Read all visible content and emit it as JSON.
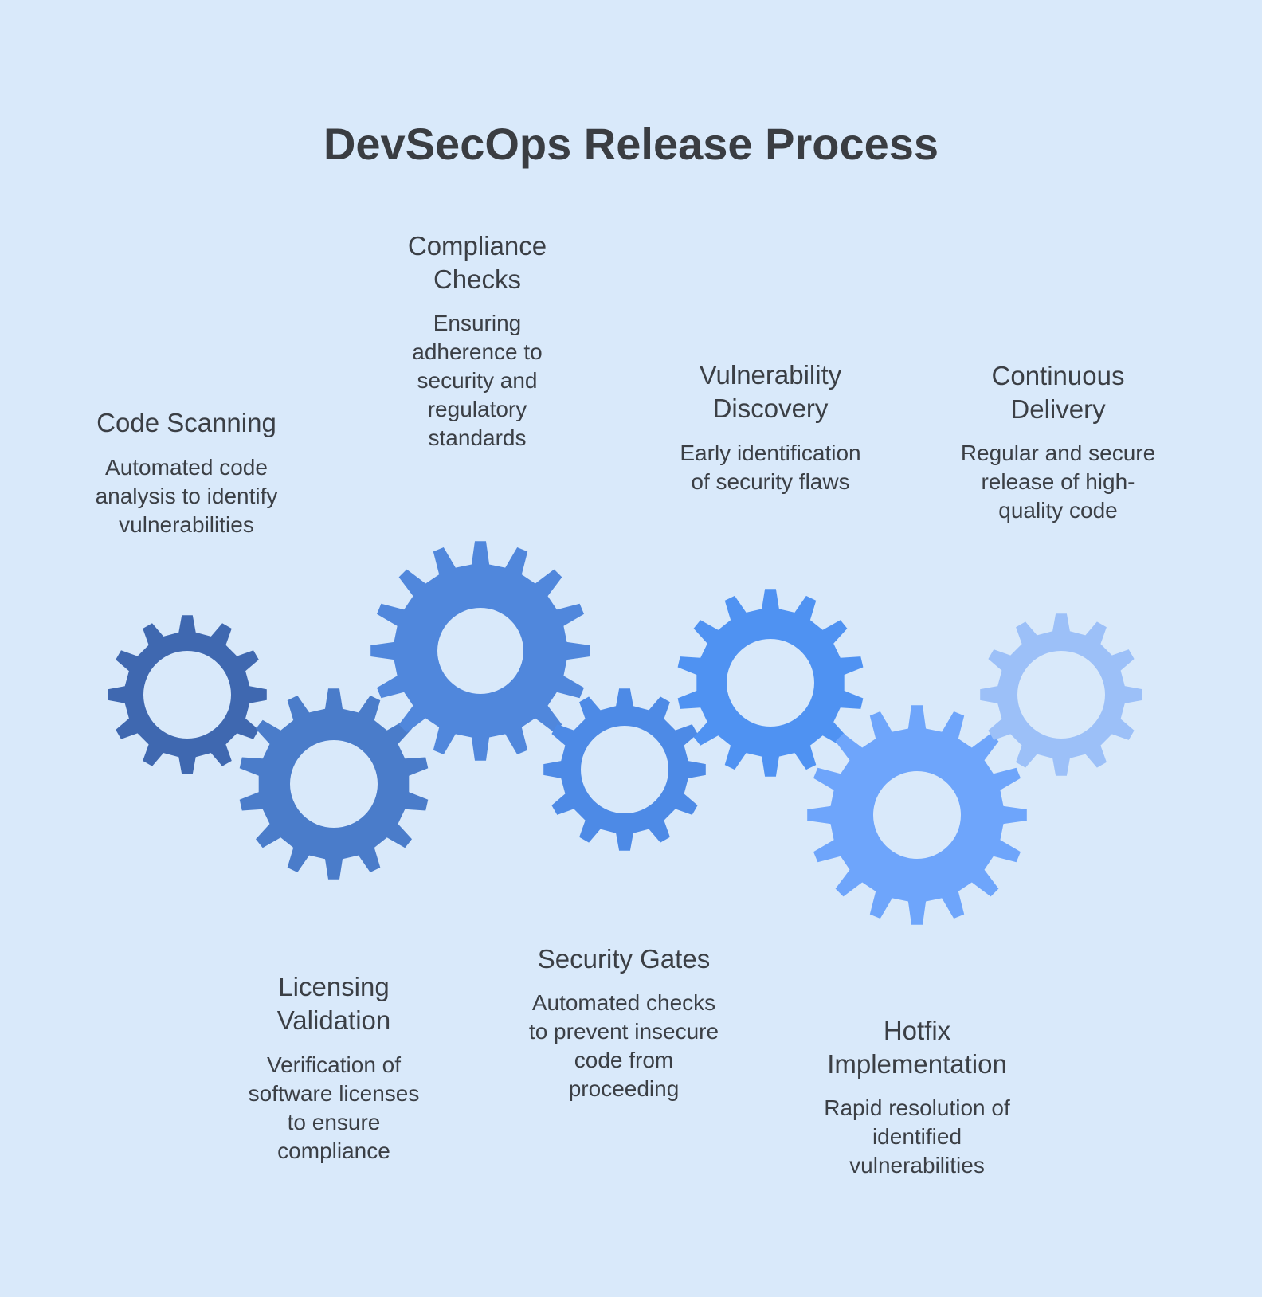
{
  "title": "DevSecOps Release Process",
  "steps": [
    {
      "id": "code-scanning",
      "title": [
        "Code Scanning"
      ],
      "desc": [
        "Automated code",
        "analysis to identify",
        "vulnerabilities"
      ],
      "color": "#3f68b0",
      "teeth": 12
    },
    {
      "id": "licensing-validation",
      "title": [
        "Licensing",
        "Validation"
      ],
      "desc": [
        "Verification of",
        "software licenses",
        "to ensure",
        "compliance"
      ],
      "color": "#4a7cca",
      "teeth": 14
    },
    {
      "id": "compliance-checks",
      "title": [
        "Compliance",
        "Checks"
      ],
      "desc": [
        "Ensuring",
        "adherence to",
        "security and",
        "regulatory",
        "standards"
      ],
      "color": "#5087dc",
      "teeth": 16
    },
    {
      "id": "security-gates",
      "title": [
        "Security Gates"
      ],
      "desc": [
        "Automated checks",
        "to prevent insecure",
        "code from",
        "proceeding"
      ],
      "color": "#4d8ae6",
      "teeth": 12
    },
    {
      "id": "vulnerability-discovery",
      "title": [
        "Vulnerability",
        "Discovery"
      ],
      "desc": [
        "Early identification",
        "of security flaws"
      ],
      "color": "#4f92f2",
      "teeth": 14
    },
    {
      "id": "hotfix-implementation",
      "title": [
        "Hotfix",
        "Implementation"
      ],
      "desc": [
        "Rapid resolution of",
        "identified",
        "vulnerabilities"
      ],
      "color": "#6ea5fb",
      "teeth": 16
    },
    {
      "id": "continuous-delivery",
      "title": [
        "Continuous",
        "Delivery"
      ],
      "desc": [
        "Regular and secure",
        "release of high-",
        "quality code"
      ],
      "color": "#9cc0f8",
      "teeth": 12
    }
  ]
}
